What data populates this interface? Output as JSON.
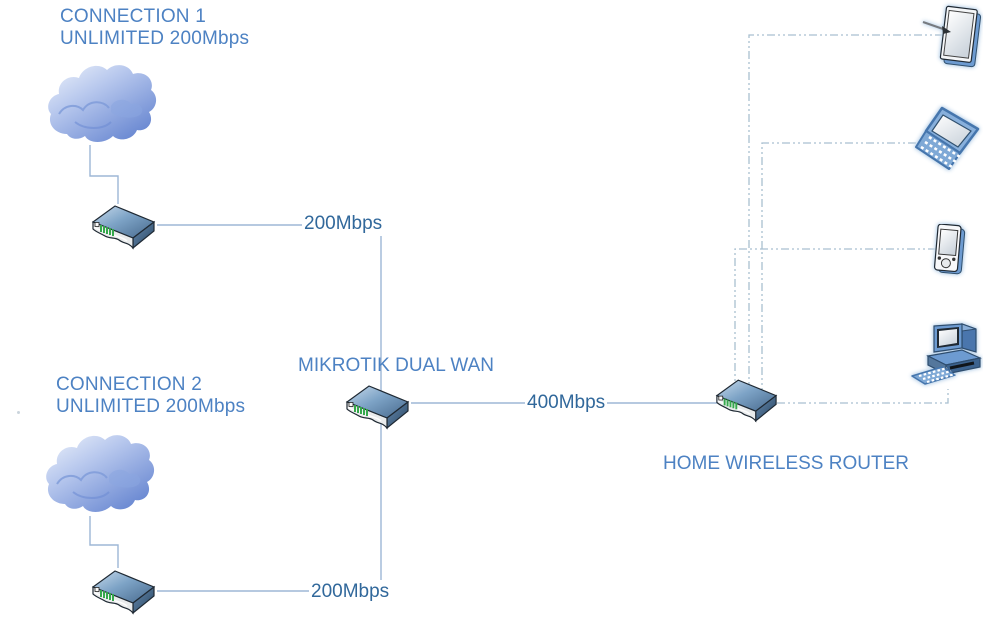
{
  "colors": {
    "heading_text": "#4d82c3",
    "link_label_text": "#31689b",
    "solid_link": "#9db7d6",
    "dashed_link": "#a9bfd0",
    "device_blue": "#6d9bd1",
    "led_green": "#35a84c"
  },
  "nodes": {
    "connection1": {
      "title_line1": "CONNECTION 1",
      "title_line2": "UNLIMITED 200Mbps",
      "icon": "cloud-icon"
    },
    "connection2": {
      "title_line1": "CONNECTION 2",
      "title_line2": "UNLIMITED 200Mbps",
      "icon": "cloud-icon"
    },
    "modem1": {
      "icon": "modem-icon"
    },
    "modem2": {
      "icon": "modem-icon"
    },
    "mikrotik": {
      "label": "MIKROTIK DUAL WAN",
      "icon": "router-icon"
    },
    "home_router": {
      "label": "HOME WIRELESS ROUTER",
      "icon": "router-icon"
    },
    "tablet": {
      "icon": "tablet-icon"
    },
    "laptop": {
      "icon": "laptop-icon"
    },
    "handheld": {
      "icon": "handheld-icon"
    },
    "desktop": {
      "icon": "desktop-computer-icon"
    }
  },
  "links": {
    "wan1": {
      "label": "200Mbps",
      "style": "solid"
    },
    "wan2": {
      "label": "200Mbps",
      "style": "solid"
    },
    "lan": {
      "label": "400Mbps",
      "style": "solid"
    },
    "wifi_tablet": {
      "style": "dash-dot"
    },
    "wifi_laptop": {
      "style": "dash-dot"
    },
    "wifi_handheld": {
      "style": "dash-dot"
    },
    "wifi_desktop": {
      "style": "dash-dot"
    }
  }
}
